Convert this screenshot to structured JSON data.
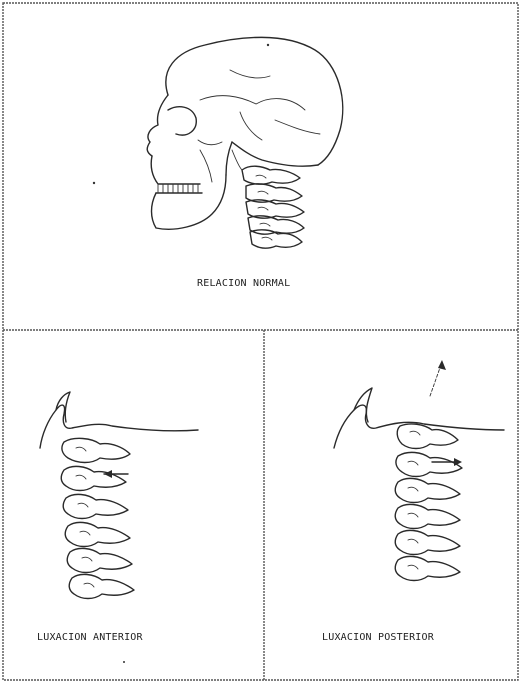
{
  "panels": {
    "top": {
      "caption": "RELACION  NORMAL"
    },
    "bottom_left": {
      "caption": "LUXACION ANTERIOR"
    },
    "bottom_right": {
      "caption": "LUXACION POSTERIOR"
    }
  },
  "colors": {
    "ink": "#2a2a2a",
    "border": "#555555",
    "background": "#ffffff"
  },
  "icons": [
    "skull-illustration",
    "cervical-spine-illustration",
    "arrow-icon"
  ]
}
